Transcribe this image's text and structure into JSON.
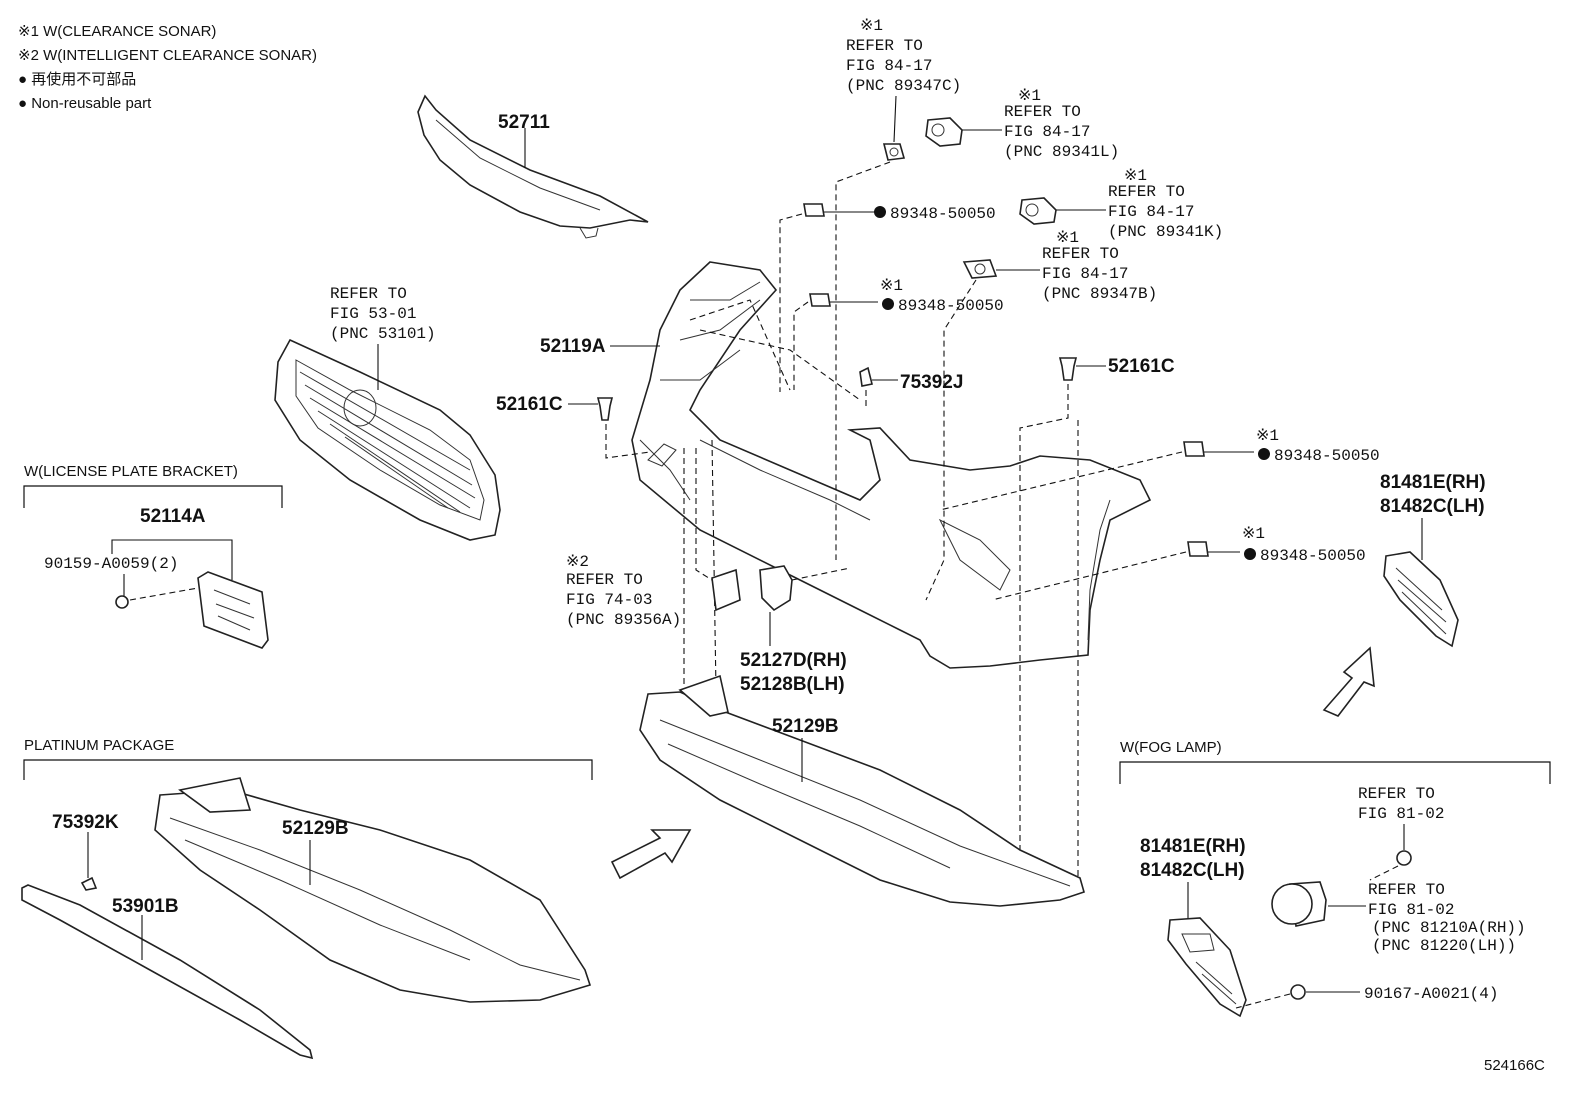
{
  "legend": {
    "note1": "※1 W(CLEARANCE SONAR)",
    "note2": "※2 W(INTELLIGENT CLEARANCE SONAR)",
    "nonreusable_jp": "● 再使用不可部品",
    "nonreusable_en": "● Non-reusable part"
  },
  "sections": {
    "license_plate": "W(LICENSE PLATE BRACKET)",
    "platinum": "PLATINUM PACKAGE",
    "fog_lamp": "W(FOG LAMP)"
  },
  "parts": {
    "p52711": "52711",
    "p52119A": "52119A",
    "p52161C_left": "52161C",
    "p52161C_right": "52161C",
    "p75392J": "75392J",
    "p52114A": "52114A",
    "p90159": "90159-A0059(2)",
    "p52127D": "52127D(RH)",
    "p52128B": "52128B(LH)",
    "p52129B_main": "52129B",
    "p52129B_plat": "52129B",
    "p75392K": "75392K",
    "p53901B": "53901B",
    "p81481E_top": "81481E(RH)",
    "p81482C_top": "81482C(LH)",
    "p81481E_fog": "81481E(RH)",
    "p81482C_fog": "81482C(LH)",
    "p90167": "90167-A0021(4)",
    "s89348_1": "89348-50050",
    "s89348_2": "89348-50050",
    "s89348_3": "89348-50050",
    "s89348_4": "89348-50050",
    "mark1": "※1",
    "mark2": "※1",
    "mark3": "※1",
    "mark4": "※1",
    "mark5": "※1",
    "mark6": "※1",
    "mark7": "※1",
    "mark8": "※2"
  },
  "references": {
    "r89347C": [
      "REFER TO",
      "FIG 84-17",
      "(PNC 89347C)"
    ],
    "r89341L": [
      "REFER TO",
      "FIG 84-17",
      "(PNC 89341L)"
    ],
    "r89341K": [
      "REFER TO",
      "FIG 84-17",
      "(PNC 89341K)"
    ],
    "r89347B": [
      "REFER TO",
      "FIG 84-17",
      "(PNC 89347B)"
    ],
    "r53101": [
      "REFER TO",
      "FIG 53-01",
      "(PNC 53101)"
    ],
    "r89356A": [
      "REFER TO",
      "FIG 74-03",
      "(PNC 89356A)"
    ],
    "r8102a": [
      "REFER TO",
      "FIG 81-02"
    ],
    "r8102b": [
      "REFER TO",
      "FIG 81-02",
      "(PNC 81210A(RH))",
      "(PNC 81220(LH))"
    ]
  },
  "figure_id": "524166C"
}
